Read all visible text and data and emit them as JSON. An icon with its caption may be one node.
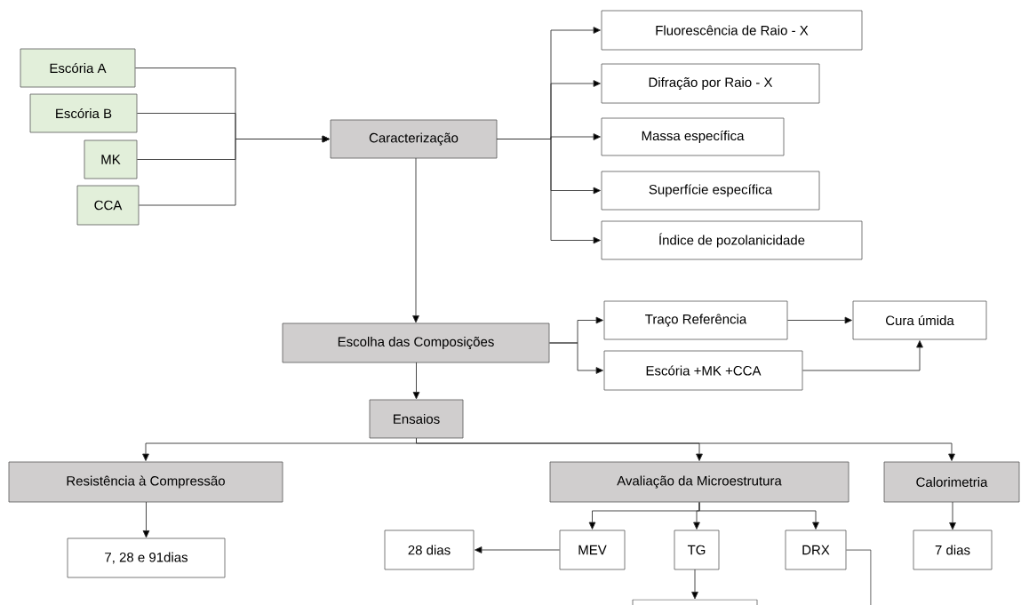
{
  "diagram": {
    "nodes": [
      {
        "text": [
          "Escória A"
        ]
      },
      {
        "text": [
          "Escória B"
        ]
      },
      {
        "text": [
          "MK"
        ]
      },
      {
        "text": [
          "CCA"
        ]
      },
      {
        "text": [
          "Caracterização"
        ]
      },
      {
        "text": [
          "Fluorescência de Raio - X"
        ]
      },
      {
        "text": [
          "Difração por Raio - X"
        ]
      },
      {
        "text": [
          "Massa específica"
        ]
      },
      {
        "text": [
          "Superfície específica"
        ]
      },
      {
        "text": [
          "Índice de pozolanicidade"
        ]
      },
      {
        "text": [
          "Escolha das Composições"
        ]
      },
      {
        "text": [
          "Traço Referência"
        ]
      },
      {
        "text": [
          "Escória +MK +CCA"
        ]
      },
      {
        "text": [
          "Cura úmida"
        ]
      },
      {
        "text": [
          "Ensaios"
        ]
      },
      {
        "text": [
          "Resistência à Compressão"
        ]
      },
      {
        "text": [
          "Avaliação da Microestrutura"
        ]
      },
      {
        "text": [
          "Calorimetria"
        ]
      },
      {
        "text": [
          "7, 28 e 91dias"
        ]
      },
      {
        "text": [
          "28 dias"
        ]
      },
      {
        "text": [
          "MEV"
        ]
      },
      {
        "text": [
          "TG"
        ]
      },
      {
        "text": [
          "DRX"
        ]
      },
      {
        "text": [
          "7 dias"
        ]
      },
      {
        "text": [],
        "shape": "box"
      }
    ],
    "edges": [
      {
        "from": 0,
        "to": 4,
        "arrow": "to"
      },
      {
        "from": 1,
        "to": 4,
        "arrow": "to"
      },
      {
        "from": 2,
        "to": 4,
        "arrow": "to"
      },
      {
        "from": 3,
        "to": 4,
        "arrow": "to"
      },
      {
        "from": 4,
        "to": 5,
        "arrow": "to"
      },
      {
        "from": 4,
        "to": 6,
        "arrow": "to"
      },
      {
        "from": 4,
        "to": 7,
        "arrow": "to"
      },
      {
        "from": 4,
        "to": 8,
        "arrow": "to"
      },
      {
        "from": 4,
        "to": 9,
        "arrow": "to"
      },
      {
        "from": 4,
        "to": 10,
        "arrow": "to"
      },
      {
        "from": 10,
        "to": 11,
        "arrow": "to"
      },
      {
        "from": 10,
        "to": 12,
        "arrow": "to"
      },
      {
        "from": 11,
        "to": 13,
        "arrow": "to"
      },
      {
        "from": 12,
        "to": 13,
        "arrow": "to"
      },
      {
        "from": 10,
        "to": 14,
        "arrow": "to"
      },
      {
        "from": 14,
        "to": 15,
        "arrow": "to"
      },
      {
        "from": 14,
        "to": 16,
        "arrow": "to"
      },
      {
        "from": 14,
        "to": 17,
        "arrow": "to"
      },
      {
        "from": 15,
        "to": 18,
        "arrow": "to"
      },
      {
        "from": 16,
        "to": 20,
        "arrow": "to"
      },
      {
        "from": 16,
        "to": 21,
        "arrow": "to"
      },
      {
        "from": 16,
        "to": 22,
        "arrow": "to"
      },
      {
        "from": 17,
        "to": 23,
        "arrow": "to"
      },
      {
        "from": 20,
        "to": 19,
        "arrow": "to"
      },
      {
        "from": 21,
        "to": 24,
        "arrow": "to"
      },
      {
        "from": 22,
        "to": null,
        "arrow": "none"
      }
    ]
  }
}
